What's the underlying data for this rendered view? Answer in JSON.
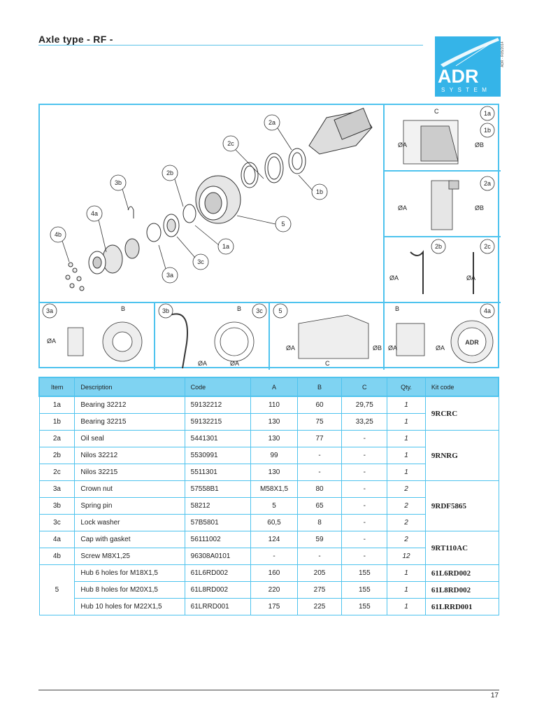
{
  "header": {
    "title": "Axle type - RF -",
    "vertical_note": "ADR - R05/2014"
  },
  "logo": {
    "name": "ADR",
    "subtitle": "SYSTEM"
  },
  "figure": {
    "callouts_main": [
      "2a",
      "2c",
      "2b",
      "3b",
      "4a",
      "4b",
      "1b",
      "5",
      "1a",
      "3c",
      "3a"
    ],
    "detail_labels": {
      "d1": [
        "1a",
        "1b"
      ],
      "d2": [
        "2a"
      ],
      "d3": [
        "2b",
        "2c"
      ],
      "b1": [
        "3a"
      ],
      "b2": [
        "3b"
      ],
      "b3": [
        "3c"
      ],
      "b4": [
        "5"
      ],
      "b5": [
        "4a"
      ]
    },
    "dims": {
      "A": "ØA",
      "B": "ØB",
      "C": "C",
      "Bplain": "B"
    }
  },
  "table": {
    "headers": [
      "Item",
      "Description",
      "Code",
      "A",
      "B",
      "C",
      "Qty.",
      "Kit code"
    ],
    "rows": [
      [
        "1a",
        "Bearing 32212",
        "59132212",
        "110",
        "60",
        "29,75",
        "1"
      ],
      [
        "1b",
        "Bearing 32215",
        "59132215",
        "130",
        "75",
        "33,25",
        "1"
      ],
      [
        "2a",
        "Oil seal",
        "5441301",
        "130",
        "77",
        "-",
        "1"
      ],
      [
        "2b",
        "Nilos 32212",
        "5530991",
        "99",
        "-",
        "-",
        "1"
      ],
      [
        "2c",
        "Nilos 32215",
        "5511301",
        "130",
        "-",
        "-",
        "1"
      ],
      [
        "3a",
        "Crown nut",
        "57558B1",
        "M58X1,5",
        "80",
        "-",
        "2"
      ],
      [
        "3b",
        "Spring pin",
        "58212",
        "5",
        "65",
        "-",
        "2"
      ],
      [
        "3c",
        "Lock washer",
        "57B5801",
        "60,5",
        "8",
        "-",
        "2"
      ],
      [
        "4a",
        "Cap with gasket",
        "56111002",
        "124",
        "59",
        "-",
        "2"
      ],
      [
        "4b",
        "Screw M8X1,25",
        "96308A0101",
        "-",
        "-",
        "-",
        "12"
      ],
      [
        "",
        "Hub 6 holes for M18X1,5",
        "61L6RD002",
        "160",
        "205",
        "155",
        "1"
      ],
      [
        "",
        "Hub 8 holes for M20X1,5",
        "61L8RD002",
        "220",
        "275",
        "155",
        "1"
      ],
      [
        "",
        "Hub 10 holes for M22X1,5",
        "61LRRD001",
        "175",
        "225",
        "155",
        "1"
      ]
    ],
    "item5": "5",
    "kits": [
      "9RCRC",
      "9RNRG",
      "9RDF5865",
      "9RT110AC",
      "61L6RD002",
      "61L8RD002",
      "61LRRD001"
    ]
  },
  "footer": {
    "page": "17"
  }
}
